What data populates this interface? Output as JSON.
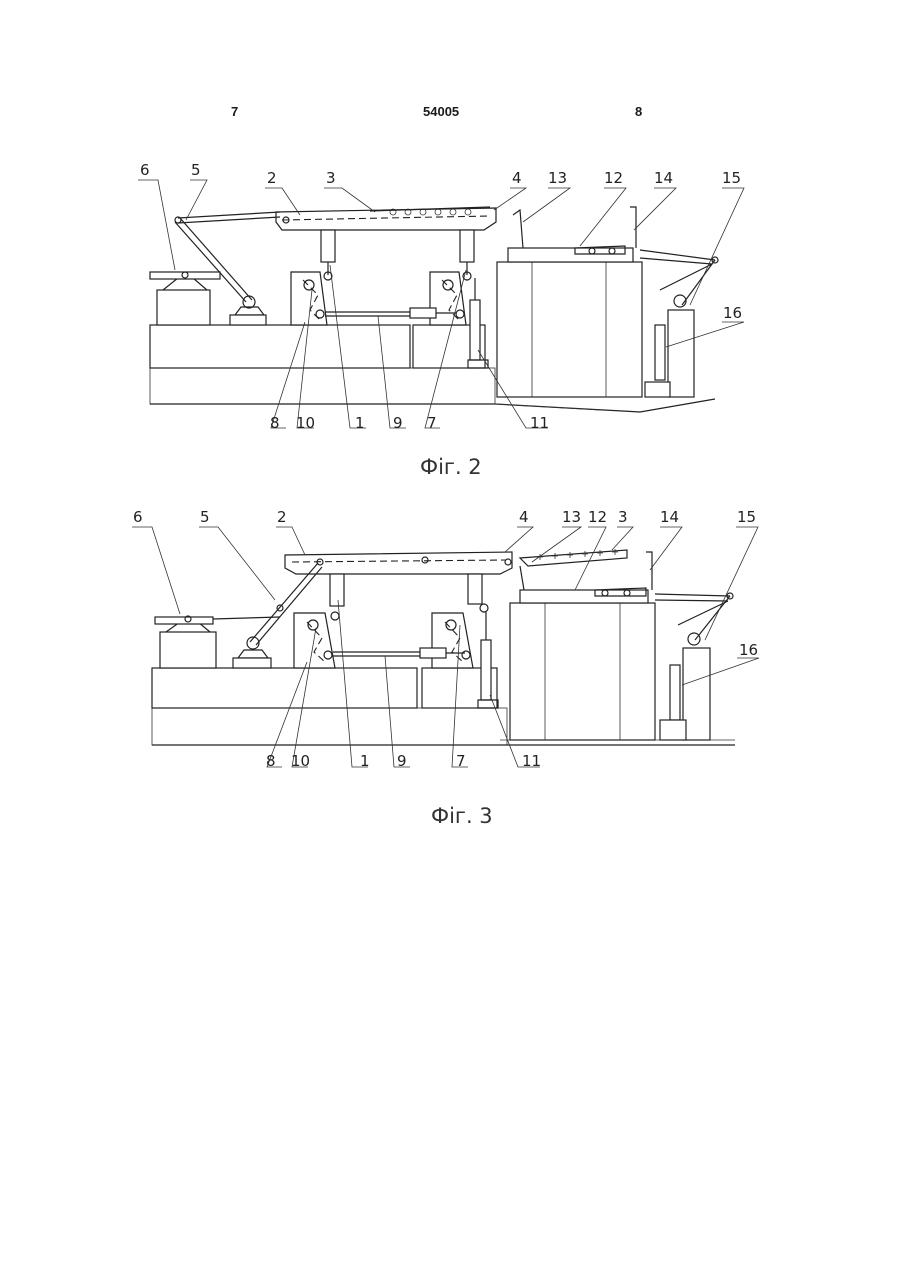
{
  "header": {
    "page_left": "7",
    "patent_number": "54005",
    "page_right": "8"
  },
  "figures": [
    {
      "caption": "Фіг. 2",
      "labels": [
        "6",
        "5",
        "2",
        "3",
        "4",
        "13",
        "12",
        "14",
        "15",
        "16",
        "8",
        "10",
        "1",
        "9",
        "7",
        "11"
      ]
    },
    {
      "caption": "Фіг. 3",
      "labels": [
        "6",
        "5",
        "2",
        "4",
        "13",
        "12",
        "3",
        "14",
        "15",
        "16",
        "8",
        "10",
        "1",
        "9",
        "7",
        "11"
      ]
    }
  ]
}
